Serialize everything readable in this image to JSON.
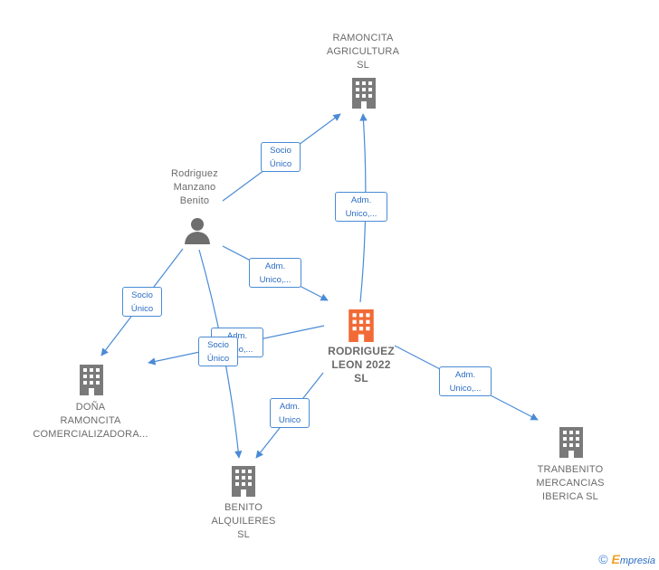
{
  "nodes": {
    "ramoncita": {
      "lines": [
        "RAMONCITA",
        "AGRICULTURA",
        "SL"
      ],
      "type": "company"
    },
    "rodriguez_manzano": {
      "lines": [
        "Rodriguez",
        "Manzano",
        "Benito"
      ],
      "type": "person"
    },
    "rodriguez_leon": {
      "lines": [
        "RODRIGUEZ",
        "LEON 2022",
        "SL"
      ],
      "type": "company-focus"
    },
    "dona_ramoncita": {
      "lines": [
        "DOÑA",
        "RAMONCITA",
        "COMERCIALIZADORA..."
      ],
      "type": "company"
    },
    "benito_alquileres": {
      "lines": [
        "BENITO",
        "ALQUILERES",
        "SL"
      ],
      "type": "company"
    },
    "tranbenito": {
      "lines": [
        "TRANBENITO",
        "MERCANCIAS",
        "IBERICA  SL"
      ],
      "type": "company"
    }
  },
  "edges": [
    {
      "id": "person-ramoncita",
      "lines": [
        "Socio",
        "Único"
      ]
    },
    {
      "id": "leon-ramoncita",
      "lines": [
        "Adm.",
        "Unico,..."
      ]
    },
    {
      "id": "person-leon",
      "lines": [
        "Adm.",
        "Unico,..."
      ]
    },
    {
      "id": "person-dona",
      "lines": [
        "Socio",
        "Único"
      ]
    },
    {
      "id": "leon-dona",
      "lines": [
        "Adm.",
        "Unico,..."
      ]
    },
    {
      "id": "person-benito",
      "lines": [
        "Socio",
        "Único"
      ]
    },
    {
      "id": "leon-benito",
      "lines": [
        "Adm.",
        "Unico"
      ]
    },
    {
      "id": "leon-tranbenito",
      "lines": [
        "Adm.",
        "Unico,..."
      ]
    }
  ],
  "colors": {
    "edge": "#4a8bd6",
    "company_icon": "#7a7a7a",
    "focus_icon": "#f26a35",
    "person_icon": "#6e6e6e"
  },
  "watermark": {
    "copyright": "©",
    "brand_initial": "E",
    "brand_rest": "mpresia"
  }
}
